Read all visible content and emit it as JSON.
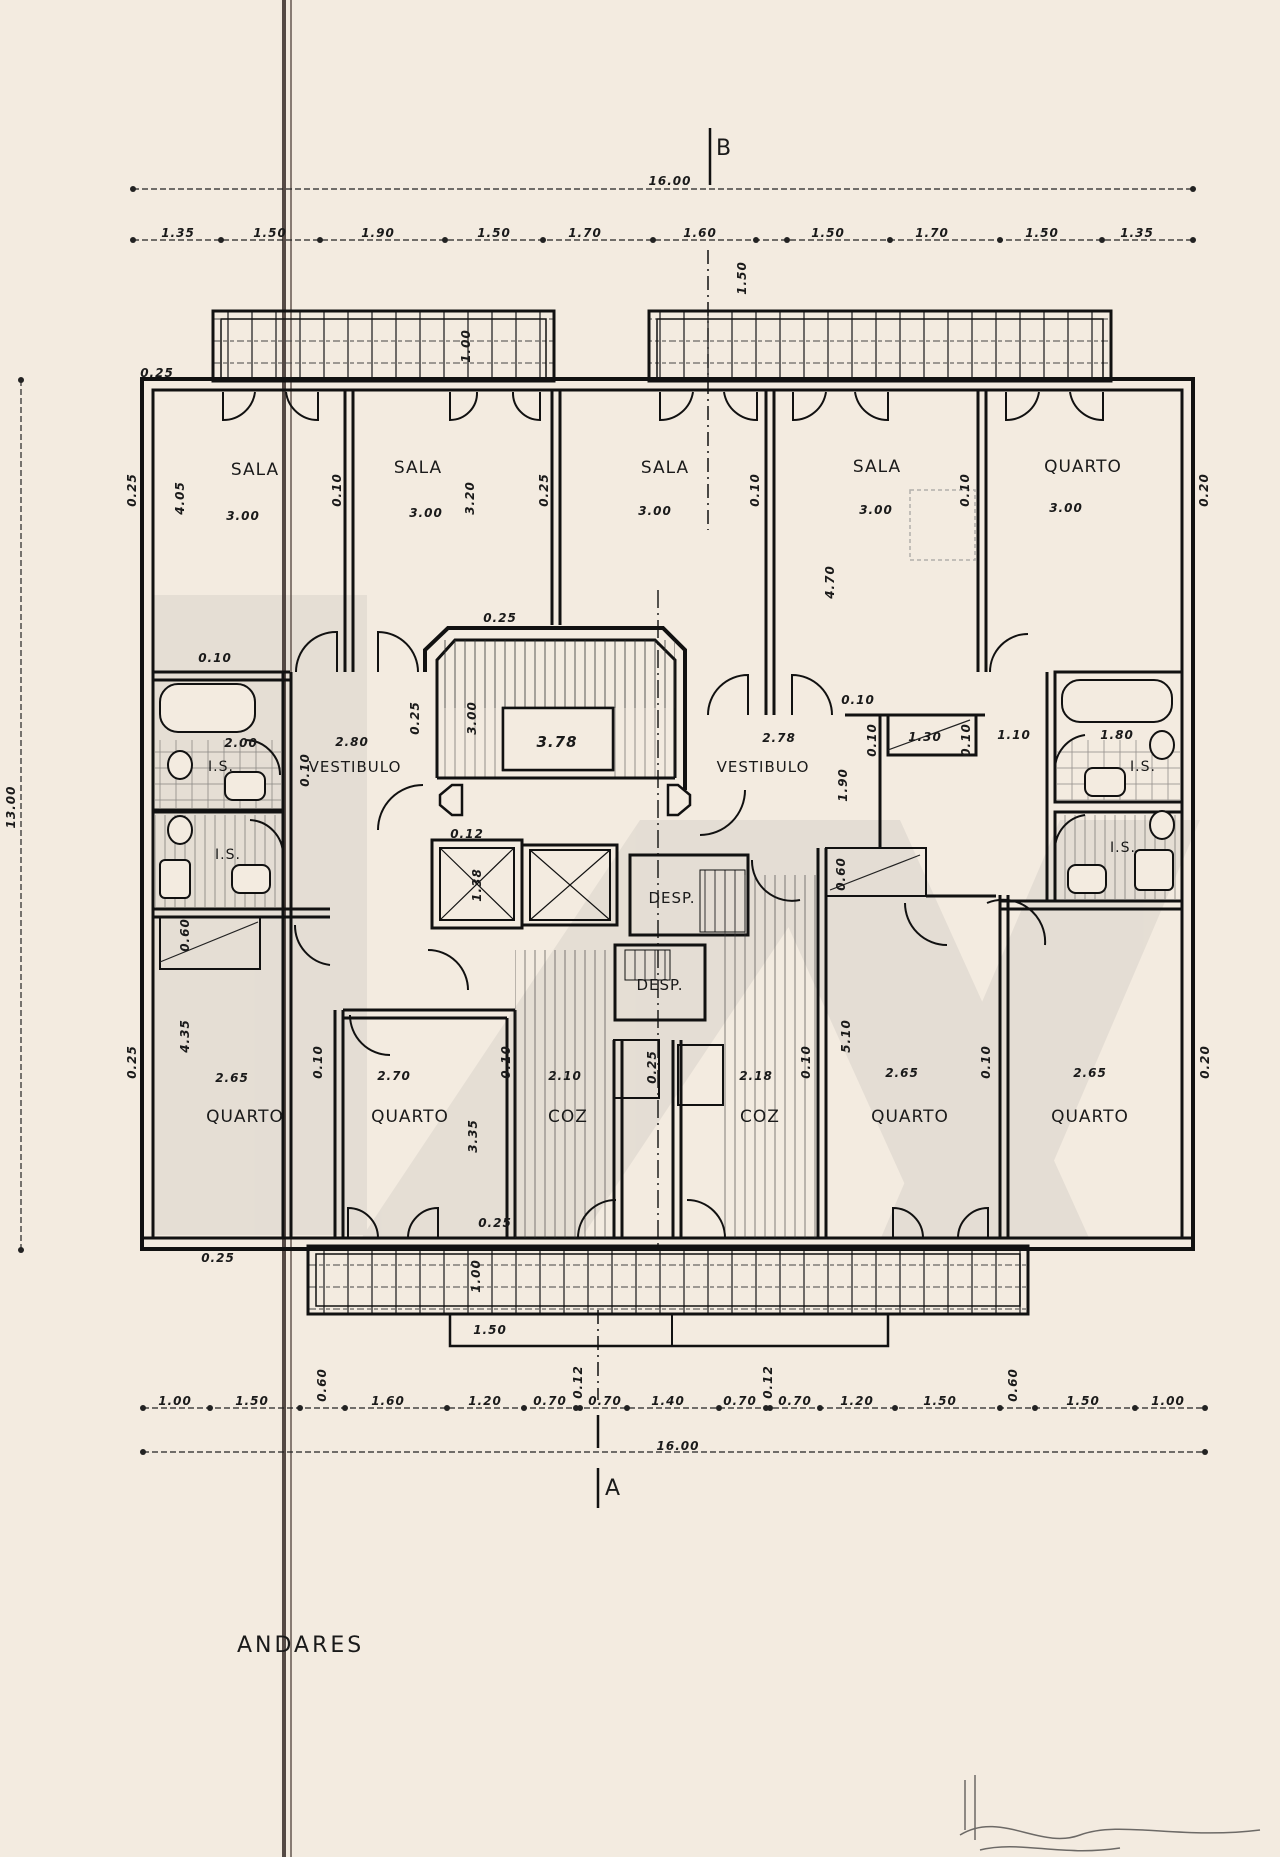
{
  "drawing": {
    "title": "ANDARES",
    "section_markers": {
      "top": "B",
      "bottom": "A"
    },
    "colors": {
      "paper": "#f3ebe0",
      "ink": "#1a1a1a",
      "watermark": "#d9d3cb"
    }
  },
  "dimensions": {
    "top_total": "16.00",
    "top_segments": [
      "1.35",
      "1.50",
      "1.90",
      "1.50",
      "1.70",
      "1.60",
      "1.50",
      "1.70",
      "1.50",
      "1.35"
    ],
    "bottom_total": "16.00",
    "bottom_segments": [
      "1.00",
      "1.50",
      "0.60",
      "1.60",
      "1.20",
      "0.70",
      "0.12",
      "0.70",
      "1.40",
      "0.70",
      "0.12",
      "0.70",
      "1.20",
      "1.50",
      "0.60",
      "1.50",
      "1.00"
    ],
    "left_total": "13.00",
    "top_balcony_depth": "1.50",
    "top_balcony_depth_left": "1.00",
    "bottom_balcony_depth": "1.00",
    "bottom_strip": "1.50",
    "wall_025_top": "0.25",
    "wall_025_bottom": "0.25"
  },
  "rooms": [
    {
      "id": "sala-1",
      "label": "SALA",
      "width": "3.00",
      "depth": "4.05"
    },
    {
      "id": "sala-2",
      "label": "SALA",
      "width": "3.00",
      "depth": "3.20"
    },
    {
      "id": "sala-3",
      "label": "SALA",
      "width": "3.00"
    },
    {
      "id": "sala-4",
      "label": "SALA",
      "width": "3.00",
      "depth": "4.70"
    },
    {
      "id": "quarto-tr",
      "label": "QUARTO",
      "width": "3.00"
    },
    {
      "id": "vestibulo-l",
      "label": "VESTIBULO",
      "width": "2.80"
    },
    {
      "id": "vestibulo-r",
      "label": "VESTIBULO",
      "width": "2.78",
      "depth": "1.90"
    },
    {
      "id": "stair",
      "label": "3.78",
      "depth": "3.00"
    },
    {
      "id": "is-1",
      "label": "I.S.",
      "width": "2.00"
    },
    {
      "id": "is-2",
      "label": "I.S."
    },
    {
      "id": "is-3",
      "label": "I.S.",
      "width": "1.80"
    },
    {
      "id": "is-4",
      "label": "I.S."
    },
    {
      "id": "desp-1",
      "label": "DESP."
    },
    {
      "id": "desp-2",
      "label": "DESP."
    },
    {
      "id": "coz-l",
      "label": "COZ",
      "width": "2.10"
    },
    {
      "id": "coz-r",
      "label": "COZ",
      "width": "2.18"
    },
    {
      "id": "quarto-bl",
      "label": "QUARTO",
      "width": "2.65",
      "depth": "4.35"
    },
    {
      "id": "quarto-bl2",
      "label": "QUARTO",
      "width": "2.70",
      "depth": "3.35"
    },
    {
      "id": "quarto-br2",
      "label": "QUARTO",
      "width": "2.65",
      "depth": "5.10"
    },
    {
      "id": "quarto-br",
      "label": "QUARTO",
      "width": "2.65"
    },
    {
      "id": "closet-r",
      "label": "1.30"
    },
    {
      "id": "hall-r",
      "label": "1.10"
    },
    {
      "id": "lift",
      "label": "1.38"
    }
  ],
  "wall_notes": [
    "0.25",
    "0.10",
    "0.10",
    "0.25",
    "0.10",
    "0.10",
    "0.20",
    "0.10",
    "0.10",
    "0.25",
    "0.25",
    "0.10",
    "0.12",
    "0.10",
    "0.10",
    "0.10",
    "0.60",
    "0.60",
    "0.25",
    "0.10",
    "0.10",
    "0.20",
    "0.25",
    "0.25",
    "0.10",
    "0.10"
  ]
}
